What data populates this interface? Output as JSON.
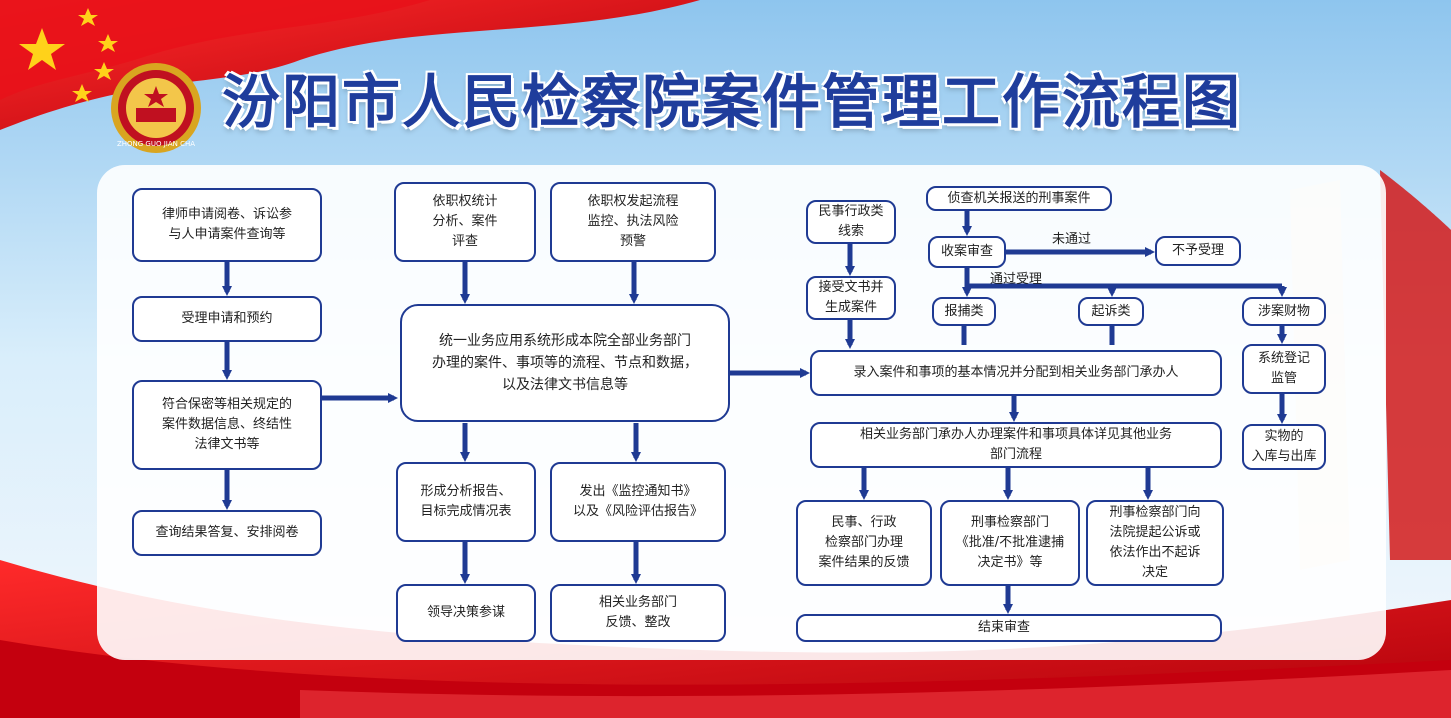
{
  "title": "汾阳市人民检察院案件管理工作流程图",
  "emblem": {
    "icon": "procuratorate-emblem-icon",
    "text": "ZHONG GUO JIAN CHA"
  },
  "colors": {
    "accent": "#1f3a93",
    "title": "#1f3d9c",
    "flag_red": "#d8141b",
    "star": "#ffd21a"
  },
  "left_column": [
    "律师申请阅卷、诉讼参\n与人申请案件查询等",
    "受理申请和预约",
    "符合保密等相关规定的\n案件数据信息、终结性\n法律文书等",
    "查询结果答复、安排阅卷"
  ],
  "middle": {
    "top_left": "依职权统计\n分析、案件\n评查",
    "top_right": "依职权发起流程\n监控、执法风险\n预警",
    "center": "统一业务应用系统形成本院全部业务部门\n办理的案件、事项等的流程、节点和数据，\n以及法律文书信息等",
    "mid_left": "形成分析报告、\n目标完成情况表",
    "mid_right": "发出《监控通知书》\n以及《风险评估报告》",
    "bottom_left": "领导决策参谋",
    "bottom_right": "相关业务部门\n反馈、整改"
  },
  "right": {
    "civil_clues": "民事行政类\n线索",
    "accept_docs": "接受文书并\n生成案件",
    "police_cases": "侦查机关报送的刑事案件",
    "intake_review": "收案审查",
    "not_passed": "未通过",
    "not_accepted": "不予受理",
    "passed": "通过受理",
    "arrest": "报捕类",
    "prosecution": "起诉类",
    "property": "涉案财物",
    "enter_info": "录入案件和事项的基本情况并分配到相关业务部门承办人",
    "register": "系统登记\n监管",
    "physical": "实物的\n入库与出库",
    "handle": "相关业务部门承办人办理案件和事项具体详见其他业务\n部门流程",
    "civil_feedback": "民事、行政\n检察部门办理\n案件结果的反馈",
    "criminal_decision": "刑事检察部门\n《批准/不批准逮捕\n决定书》等",
    "criminal_court": "刑事检察部门向\n法院提起公诉或\n依法作出不起诉\n决定",
    "end_review": "结束审查"
  }
}
